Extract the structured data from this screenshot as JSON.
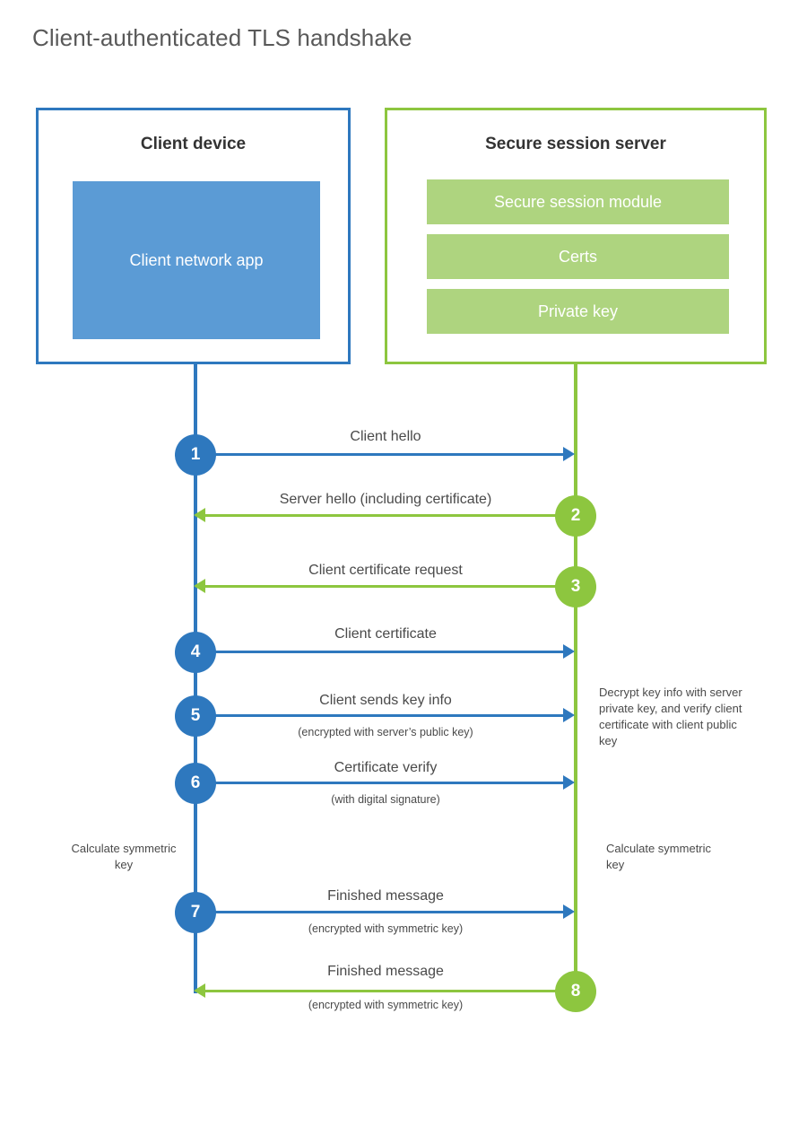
{
  "diagram": {
    "title": "Client-authenticated TLS handshake",
    "colors": {
      "client_blue": "#2E78BE",
      "client_app_fill": "#5B9BD5",
      "server_green": "#8DC63F",
      "server_bar_fill": "#AED47F",
      "text_gray": "#4A4A4A",
      "title_gray": "#595959"
    }
  },
  "client": {
    "title": "Client device",
    "app_label": "Client network app"
  },
  "server": {
    "title": "Secure session server",
    "modules": [
      {
        "label": "Secure session module"
      },
      {
        "label": "Certs"
      },
      {
        "label": "Private key"
      }
    ]
  },
  "steps": [
    {
      "number": "1",
      "label": "Client hello",
      "sublabel": "",
      "direction": "client-to-server",
      "color": "blue"
    },
    {
      "number": "2",
      "label": "Server hello (including certificate)",
      "sublabel": "",
      "direction": "server-to-client",
      "color": "green"
    },
    {
      "number": "3",
      "label": "Client certificate request",
      "sublabel": "",
      "direction": "server-to-client",
      "color": "green"
    },
    {
      "number": "4",
      "label": "Client certificate",
      "sublabel": "",
      "direction": "client-to-server",
      "color": "blue"
    },
    {
      "number": "5",
      "label": "Client sends key info",
      "sublabel": "(encrypted with server’s public key)",
      "direction": "client-to-server",
      "color": "blue"
    },
    {
      "number": "6",
      "label": "Certificate verify",
      "sublabel": "(with digital signature)",
      "direction": "client-to-server",
      "color": "blue"
    },
    {
      "number": "7",
      "label": "Finished message",
      "sublabel": "(encrypted with symmetric key)",
      "direction": "client-to-server",
      "color": "blue"
    },
    {
      "number": "8",
      "label": "Finished message",
      "sublabel": "(encrypted with symmetric key)",
      "direction": "server-to-client",
      "color": "green"
    }
  ],
  "notes": {
    "server_decrypt": "Decrypt key info with server private key, and verify client certificate with client public key",
    "client_calculate": "Calculate symmetric key",
    "server_calculate": "Calculate symmetric key"
  }
}
